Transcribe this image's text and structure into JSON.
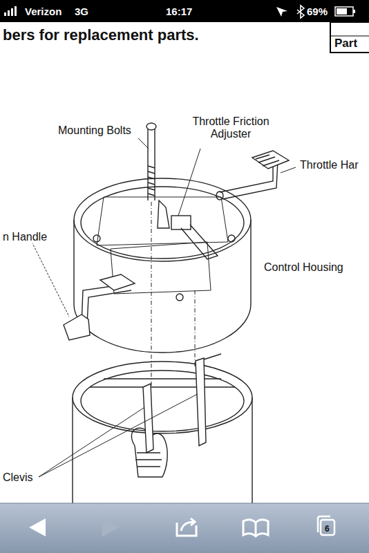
{
  "diagram": {
    "labels": [
      "Verizon",
      "3G",
      "16:17",
      "69%",
      "bers for replacement parts.",
      "Part",
      "Mounting Bolts",
      "Throttle Friction Adjuster",
      "Throttle Har",
      "n Handle",
      "Control Housing",
      "Clevis",
      "6"
    ]
  }
}
